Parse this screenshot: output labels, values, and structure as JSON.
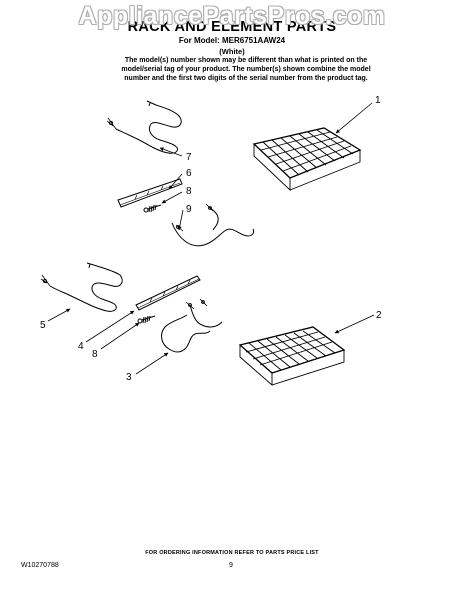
{
  "watermark": "AppliancePartsPros.com",
  "header": {
    "title": "RACK AND ELEMENT PARTS",
    "model": "For Model: MER6751AAW24",
    "color": "(White)"
  },
  "note": "The model(s) number shown may be different than what is printed on the model/serial tag of your product. The number(s) shown combine the model number and the first two digits of the serial number from the product tag.",
  "callouts": [
    "1",
    "7",
    "6",
    "8",
    "9",
    "5",
    "4",
    "8",
    "3",
    "2"
  ],
  "footer": {
    "order_info": "FOR ORDERING INFORMATION REFER TO PARTS PRICE LIST",
    "doc_number": "W10270788",
    "page_number": "9"
  }
}
